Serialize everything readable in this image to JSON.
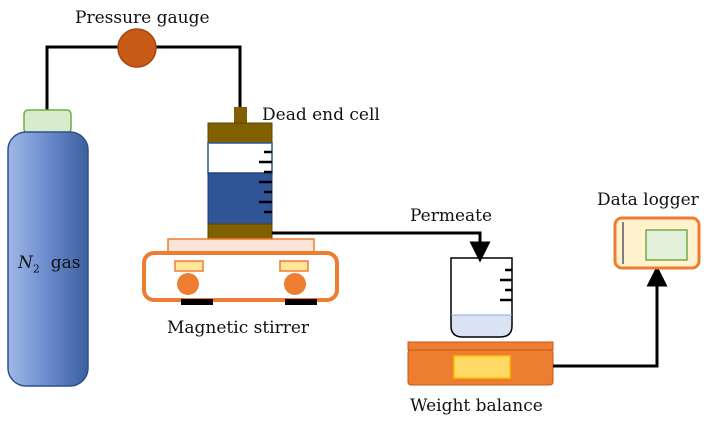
{
  "labels": {
    "pressure_gauge": "Pressure gauge",
    "dead_end_cell": "Dead end cell",
    "permeate": "Permeate",
    "data_logger": "Data logger",
    "magnetic_stirrer": "Magnetic stirrer",
    "weight_balance": "Weight balance",
    "gas_symbol": "N",
    "gas_subscript": "2",
    "gas_word": "gas"
  },
  "colors": {
    "cylinder_body": "#6f8fd0",
    "cylinder_valve": "#d8eccb",
    "gauge": "#c85a17",
    "cell_cap": "#806000",
    "cell_liquid": "#2f5597",
    "stirrer_orange": "#ed7d31",
    "stirrer_top": "#fbe5d6",
    "knob_yellow": "#ffe699",
    "balance_pad": "#ffd966",
    "beaker_liquid": "#dae3f3",
    "logger_body": "#fff2cc",
    "logger_screen": "#e2f0d9",
    "logger_screen_border": "#70ad47",
    "tube": "#000000"
  }
}
